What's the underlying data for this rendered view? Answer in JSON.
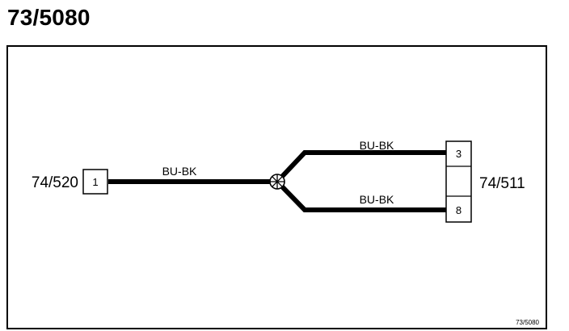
{
  "title": "73/5080",
  "diagram_ref": "73/5080",
  "wire_color": "#000000",
  "left_connector": {
    "label": "74/520",
    "pin": "1"
  },
  "right_connector": {
    "label": "74/511",
    "pin_top": "3",
    "pin_bottom": "8"
  },
  "wires": {
    "main": "BU-BK",
    "upper_branch": "BU-BK",
    "lower_branch": "BU-BK"
  },
  "splice_icon": "splice-junction-icon"
}
